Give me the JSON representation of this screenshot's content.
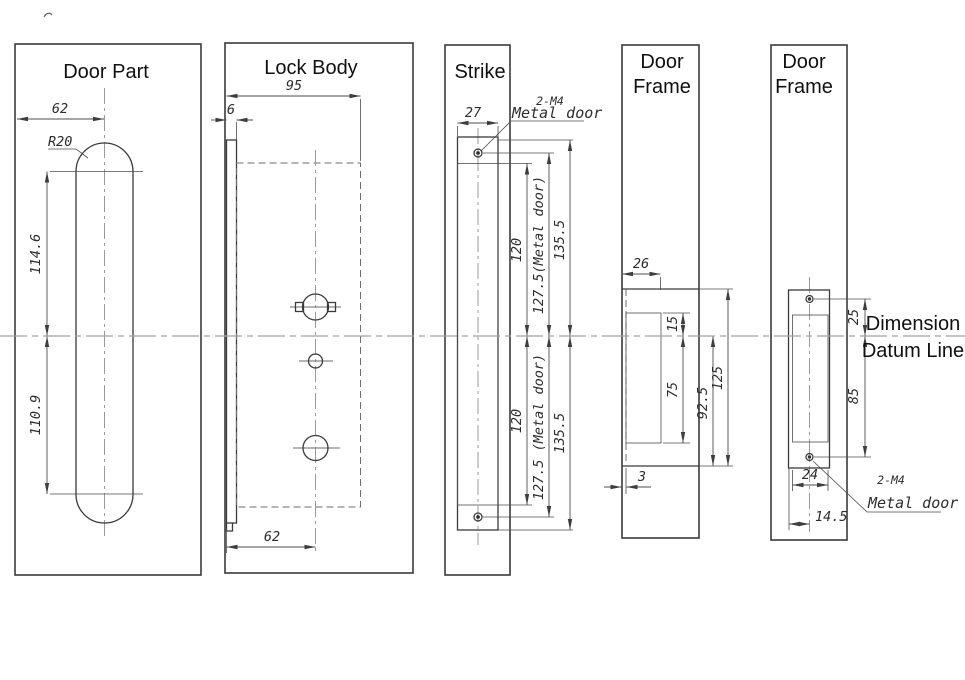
{
  "drawing": {
    "datum_label_line1": "Dimension",
    "datum_label_line2": "Datum Line"
  },
  "door_part": {
    "title": "Door Part",
    "dim_backset": "62",
    "dim_radius": "R20",
    "dim_upper": "114.6",
    "dim_lower": "110.9"
  },
  "lock_body": {
    "title": "Lock Body",
    "dim_width": "95",
    "dim_faceplate": "6",
    "dim_backset": "62"
  },
  "strike": {
    "title": "Strike",
    "dim_width": "27",
    "screw_label": "2-M4",
    "screw_note": "Metal door",
    "dim_upper_hole": "120",
    "dim_upper_screw": "127.5(Metal door)",
    "dim_upper_plate": "135.5",
    "dim_lower_hole": "120",
    "dim_lower_screw": "127.5 (Metal door)",
    "dim_lower_plate": "135.5"
  },
  "door_frame_left": {
    "title_line1": "Door",
    "title_line2": "Frame",
    "dim_width": "26",
    "dim_above_datum": "15",
    "dim_below_datum": "75",
    "dim_to_cutout": "92.5",
    "dim_total": "125",
    "dim_lip": "3"
  },
  "door_frame_right": {
    "title_line1": "Door",
    "title_line2": "Frame",
    "dim_above_datum": "25",
    "dim_below_datum": "85",
    "dim_width": "24",
    "dim_offset": "14.5",
    "screw_label": "2-M4",
    "screw_note": "Metal door"
  }
}
